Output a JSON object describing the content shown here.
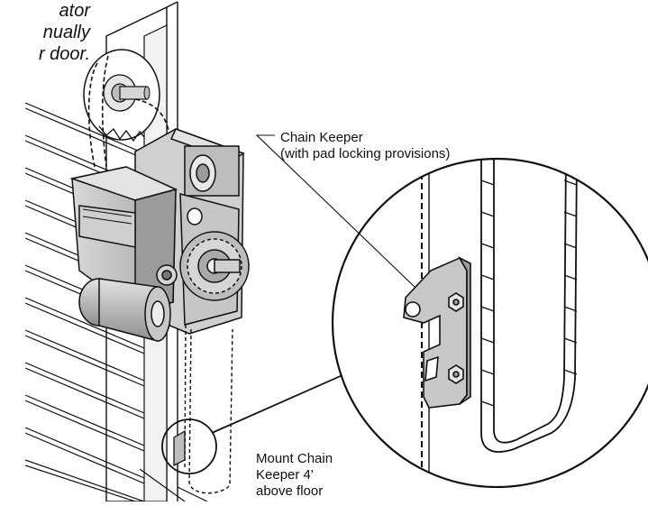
{
  "captions": {
    "top_lines": [
      "ator",
      "nually",
      "r door."
    ],
    "chain_keeper": {
      "line1": "Chain Keeper",
      "line2": "(with pad locking provisions)"
    },
    "mount_note": {
      "line1": "Mount Chain",
      "line2": "Keeper 4'",
      "line3": "above floor"
    }
  },
  "colors": {
    "ink": "#111111",
    "operator_body": "#b9b9b9",
    "operator_shadow": "#8e8e8e",
    "bracket_metal": "#c8c8c8",
    "door_white": "#ffffff"
  },
  "icons": {
    "chain_keeper_bracket": "chain-keeper-bracket-icon",
    "hex_bolt": "hex-bolt-icon",
    "sprocket": "sprocket-icon",
    "motor": "motor-icon"
  }
}
